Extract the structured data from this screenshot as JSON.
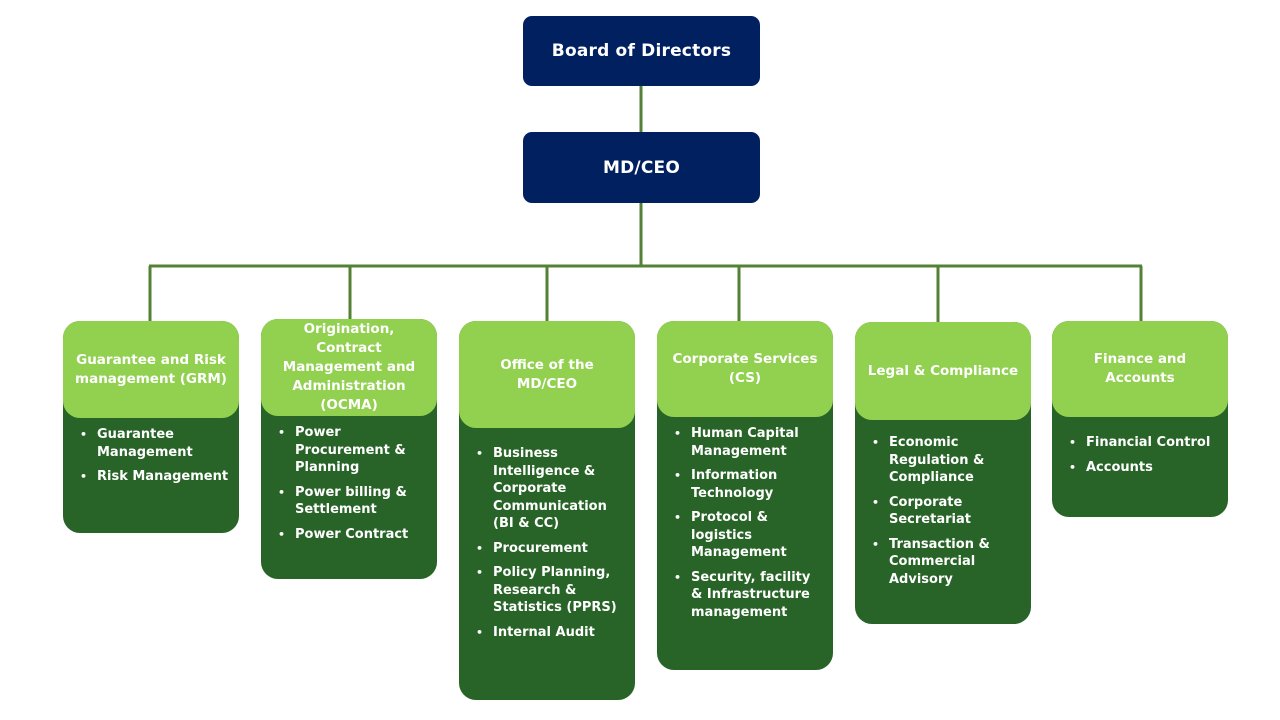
{
  "board": {
    "label": "Board of Directors"
  },
  "ceo": {
    "label": "MD/CEO"
  },
  "colors": {
    "navy": "#002060",
    "header_green": "#92d050",
    "body_green": "#286428",
    "connector": "#538135"
  },
  "departments": [
    {
      "name": "Guarantee and Risk management (GRM)",
      "items": [
        "Guarantee Management",
        "Risk Management"
      ]
    },
    {
      "name": "Origination, Contract Management and Administration (OCMA)",
      "items": [
        "Power Procurement & Planning",
        "Power billing & Settlement",
        "Power Contract"
      ]
    },
    {
      "name": "Office of the MD/CEO",
      "items": [
        "Business Intelligence & Corporate Communication (BI & CC)",
        "Procurement",
        "Policy Planning, Research & Statistics (PPRS)",
        "Internal Audit"
      ]
    },
    {
      "name": "Corporate Services (CS)",
      "items": [
        "Human Capital Management",
        "Information Technology",
        "Protocol & logistics Management",
        "Security, facility & Infrastructure management"
      ]
    },
    {
      "name": "Legal & Compliance",
      "items": [
        "Economic Regulation & Compliance",
        "Corporate Secretariat",
        "Transaction & Commercial Advisory"
      ]
    },
    {
      "name": "Finance and Accounts",
      "items": [
        "Financial Control",
        "Accounts"
      ]
    }
  ]
}
